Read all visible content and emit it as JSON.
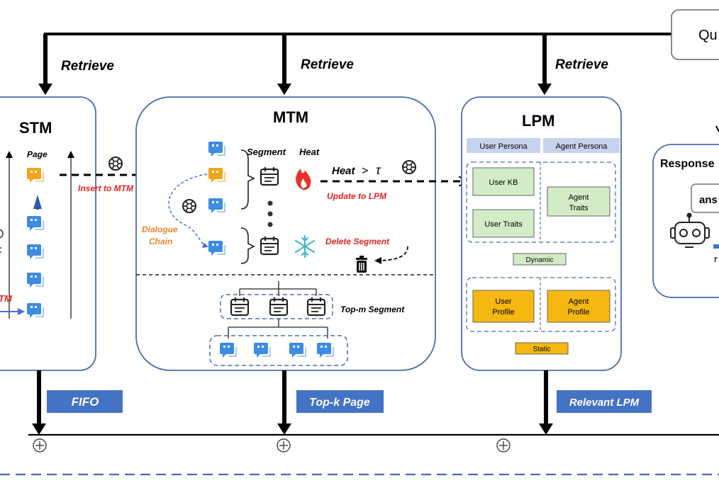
{
  "query": {
    "label": "Qu"
  },
  "retrieve": {
    "stm": "Retrieve",
    "mtm": "Retrieve",
    "lpm": "Retrieve"
  },
  "stm": {
    "title": "STM",
    "page_label": "Page",
    "insert_label": "Insert to MTM",
    "partial_label": "TM"
  },
  "mtm": {
    "title": "MTM",
    "segment_label": "Segment",
    "heat_label": "Heat",
    "heat_condition": "Heat",
    "tau": "τ",
    "update_label": "Update to LPM",
    "delete_label": "Delete Segment",
    "chain_line1": "Dialogue",
    "chain_line2": "Chain",
    "topm_label": "Top-m Segment"
  },
  "lpm": {
    "title": "LPM",
    "user_persona": "User Persona",
    "agent_persona": "Agent Persona",
    "user_kb": "User KB",
    "user_traits": "User Traits",
    "agent_traits_1": "Agent",
    "agent_traits_2": "Traits",
    "dynamic": "Dynamic",
    "user_profile_1": "User",
    "user_profile_2": "Profile",
    "agent_profile_1": "Agent",
    "agent_profile_2": "Profile",
    "static": "Static"
  },
  "response": {
    "title": "Response",
    "answer": "ans",
    "partial": "T"
  },
  "bottom": {
    "fifo": "FIFO",
    "topk": "Top-k Page",
    "relevant": "Relevant LPM"
  },
  "colors": {
    "chat_blue": "#3d8be3",
    "chat_orange": "#f2a51c",
    "red_text": "#e02424",
    "orange_text": "#e8892e",
    "box_green": "#d3ecc8",
    "box_gold": "#f4b811",
    "header_blue": "#c6d3ee",
    "label_blue": "#4472c4"
  },
  "icons": [
    "chat-icon",
    "openai-icon",
    "calendar-icon",
    "fire-icon",
    "snowflake-icon",
    "trash-icon",
    "robot-icon",
    "plus-circle-icon"
  ]
}
